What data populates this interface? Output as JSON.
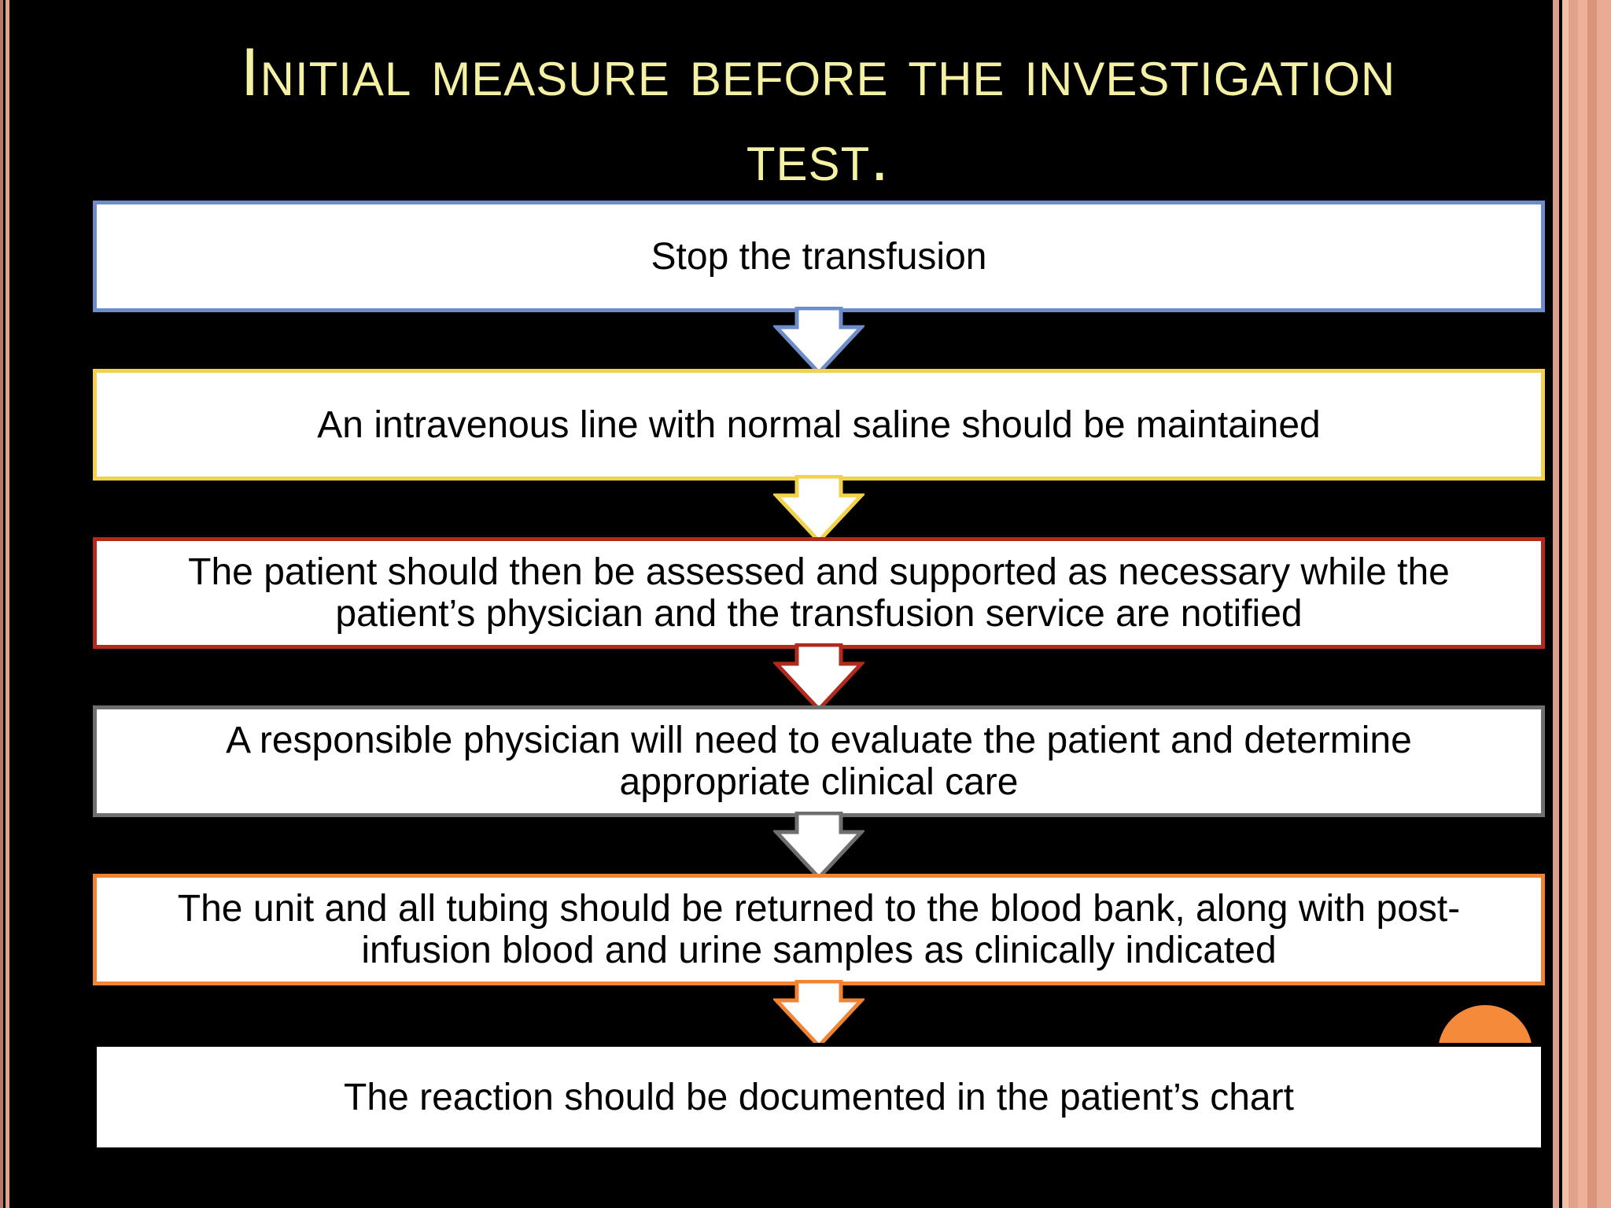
{
  "slide": {
    "title_lines": [
      "Initial measure before the investigation",
      "test."
    ],
    "colors": {
      "background": "#000000",
      "title": "#f4f0a4",
      "accent_orange": "#f58a3a"
    }
  },
  "steps": [
    {
      "lines": [
        "Stop the transfusion"
      ],
      "border_color": "#6d8cc8"
    },
    {
      "lines": [
        "An intravenous line with normal saline should be maintained"
      ],
      "border_color": "#f2d24a"
    },
    {
      "lines": [
        "The patient should then be assessed and supported as necessary while the",
        "patient’s physician and the transfusion service are notified"
      ],
      "border_color": "#b02a1e"
    },
    {
      "lines": [
        "A responsible physician will need to evaluate the patient and determine",
        "appropriate clinical care"
      ],
      "border_color": "#6f6f6f"
    },
    {
      "lines": [
        "The unit and all tubing should be returned to the blood bank, along with post-",
        "infusion blood and urine samples as clinically indicated"
      ],
      "border_color": "#f08434"
    },
    {
      "lines": [
        "The reaction should be documented in the patient’s chart"
      ],
      "border_color": "#000000"
    }
  ]
}
